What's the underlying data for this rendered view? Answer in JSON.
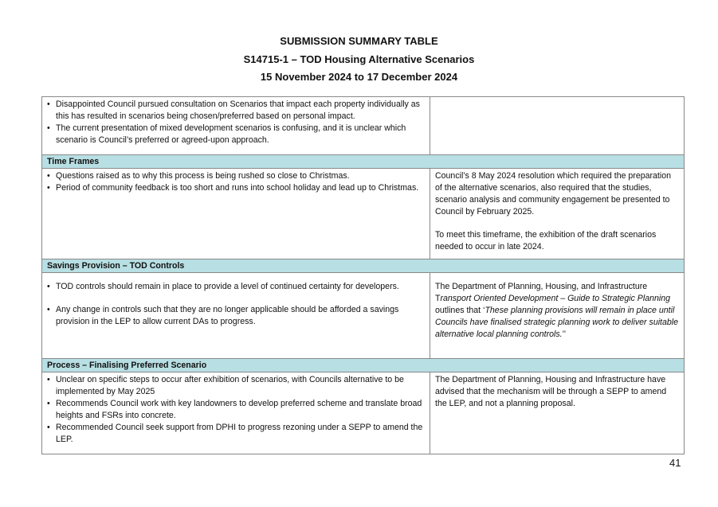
{
  "header": {
    "title": "SUBMISSION SUMMARY TABLE",
    "subtitle": "S14715-1 – TOD Housing Alternative Scenarios",
    "dates": "15 November 2024 to 17 December 2024"
  },
  "rows": {
    "r1": {
      "issues": [
        "Disappointed Council pursued consultation on Scenarios that impact each property individually as this has resulted in scenarios being chosen/preferred based on personal impact.",
        "The current presentation of mixed development scenarios is confusing, and it is unclear which scenario is Council’s preferred or agreed-upon approach."
      ]
    },
    "s2": {
      "heading": "Time Frames"
    },
    "r2": {
      "issues": [
        "Questions raised as to why this process is being rushed so close to Christmas.",
        "Period of community feedback is too short and runs into school holiday and lead up to Christmas."
      ],
      "response": [
        "Council’s 8 May 2024 resolution which required the preparation of the alternative scenarios, also required that the studies, scenario analysis and community engagement be presented to Council by February 2025.",
        "To meet this timeframe, the exhibition of the draft scenarios needed to occur in late 2024."
      ]
    },
    "s3": {
      "heading": "Savings Provision – TOD Controls"
    },
    "r3": {
      "issues": [
        "TOD controls should remain in place to provide a level of continued certainty for developers.",
        "Any change in controls such that they are no longer applicable should be afforded a savings provision in the LEP to allow current DAs to progress."
      ],
      "response_a": "The Department of Planning, Housing, and Infrastructure T",
      "response_b": "ransport Oriented Development – Guide to Strategic Planning",
      "response_c": " outlines that ‘",
      "response_d": "These planning provisions will remain in place until Councils have finalised strategic planning work to deliver suitable alternative local planning controls.",
      "response_e": "’’"
    },
    "s4": {
      "heading": "Process – Finalising Preferred Scenario"
    },
    "r4": {
      "issues": [
        "Unclear on specific steps to occur after exhibition of scenarios, with Councils alternative to be implemented by May 2025",
        "Recommends Council work with key landowners to develop preferred scheme and translate broad heights and FSRs into concrete.",
        "Recommended Council seek support from DPHI to progress rezoning under a SEPP to amend the LEP."
      ],
      "response": "The Department of Planning, Housing and Infrastructure have advised that the mechanism will be through a SEPP to amend the LEP, and not a planning proposal."
    }
  },
  "footer": {
    "page_number": "41"
  }
}
